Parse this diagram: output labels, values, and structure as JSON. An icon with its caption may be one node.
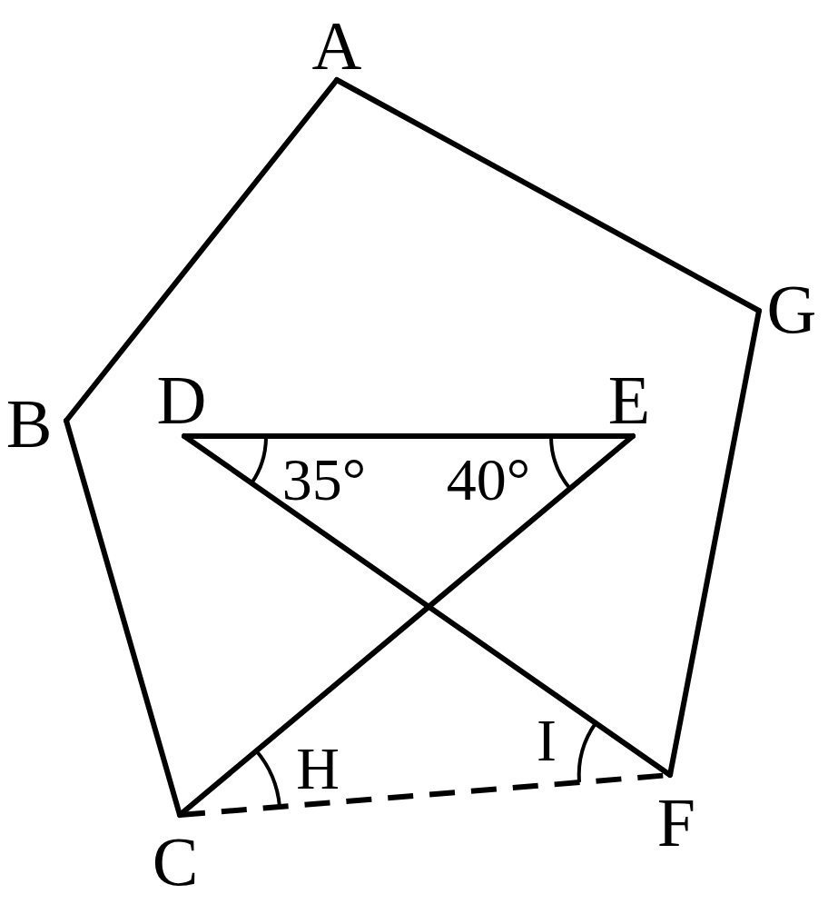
{
  "diagram": {
    "nodes": [
      {
        "text": [
          "A"
        ]
      },
      {
        "text": [
          "B"
        ]
      },
      {
        "text": [
          "C"
        ]
      },
      {
        "text": [
          "D"
        ]
      },
      {
        "text": [
          "E"
        ]
      },
      {
        "text": [
          "F"
        ]
      },
      {
        "text": [
          "G"
        ]
      }
    ],
    "edges": [
      {
        "from": 0,
        "to": 1,
        "arrow": "none"
      },
      {
        "from": 1,
        "to": 2,
        "arrow": "none"
      },
      {
        "from": 0,
        "to": 6,
        "arrow": "none"
      },
      {
        "from": 6,
        "to": 5,
        "arrow": "none"
      },
      {
        "from": 3,
        "to": 4,
        "arrow": "none"
      },
      {
        "from": 3,
        "to": 5,
        "arrow": "none"
      },
      {
        "from": 4,
        "to": 2,
        "arrow": "none"
      },
      {
        "from": 2,
        "to": 5,
        "arrow": "none",
        "style": "dashed"
      }
    ],
    "labels": [
      "35°",
      "40°",
      "H",
      "I"
    ]
  }
}
